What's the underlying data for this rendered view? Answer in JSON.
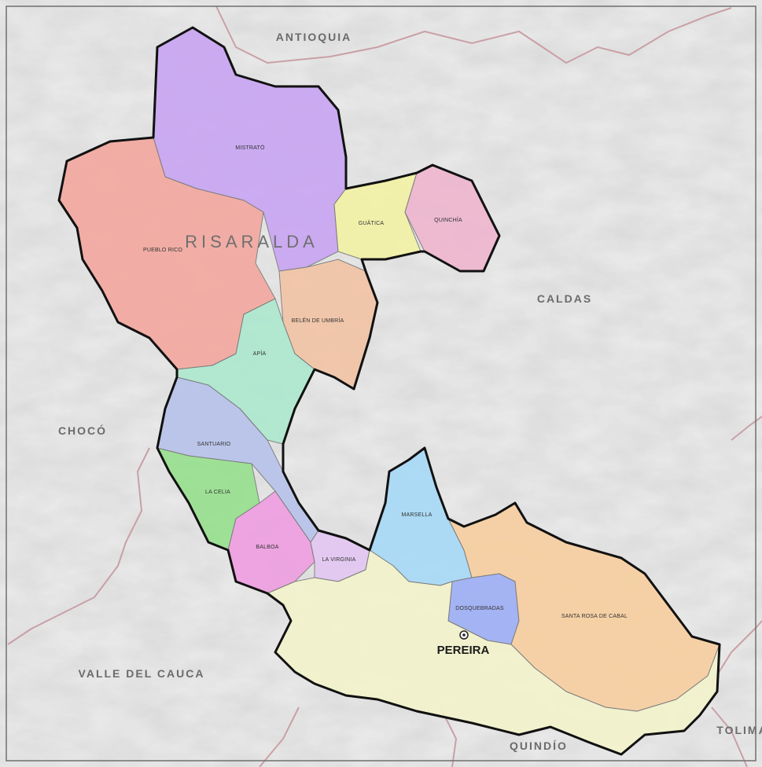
{
  "map": {
    "title": "RISARALDA",
    "neighbors": {
      "north": "ANTIOQUIA",
      "east": "CALDAS",
      "west": "CHOCÓ",
      "southwest": "VALLE DEL CAUCA",
      "south": "QUINDÍO",
      "southeast": "TOLIMA"
    },
    "municipalities": {
      "mistrato": "MISTRATÓ",
      "pueblo_rico": "PUEBLO RICO",
      "guatica": "GUÁTICA",
      "quinchia": "QUINCHÍA",
      "belen": "BELÉN DE UMBRÍA",
      "apia": "APÍA",
      "santuario": "SANTUARIO",
      "la_celia": "LA CELIA",
      "balboa": "BALBOA",
      "la_virginia": "LA VIRGINIA",
      "marsella": "MARSELLA",
      "dosquebradas": "DOSQUEBRADAS",
      "santa_rosa": "SANTA ROSA DE CABAL",
      "pereira": "PEREIRA"
    },
    "capital": "PEREIRA",
    "colors": {
      "mistrato": "#c9a6f2",
      "pueblo_rico": "#f3a9a0",
      "guatica": "#f2f2a6",
      "quinchia": "#eeb7cf",
      "belen": "#f2c4a6",
      "apia": "#aee8cf",
      "santuario": "#b7c3ea",
      "la_celia": "#98e08f",
      "balboa": "#ee9fe0",
      "la_virginia": "#e3c7f2",
      "marsella": "#a8daf7",
      "dosquebradas": "#9fb0f5",
      "santa_rosa": "#f7cfa1",
      "pereira": "#f3f4cc",
      "terrain": "#e9e9e9",
      "outline": "#111111",
      "neighbor_border": "#c9a0a6"
    }
  }
}
